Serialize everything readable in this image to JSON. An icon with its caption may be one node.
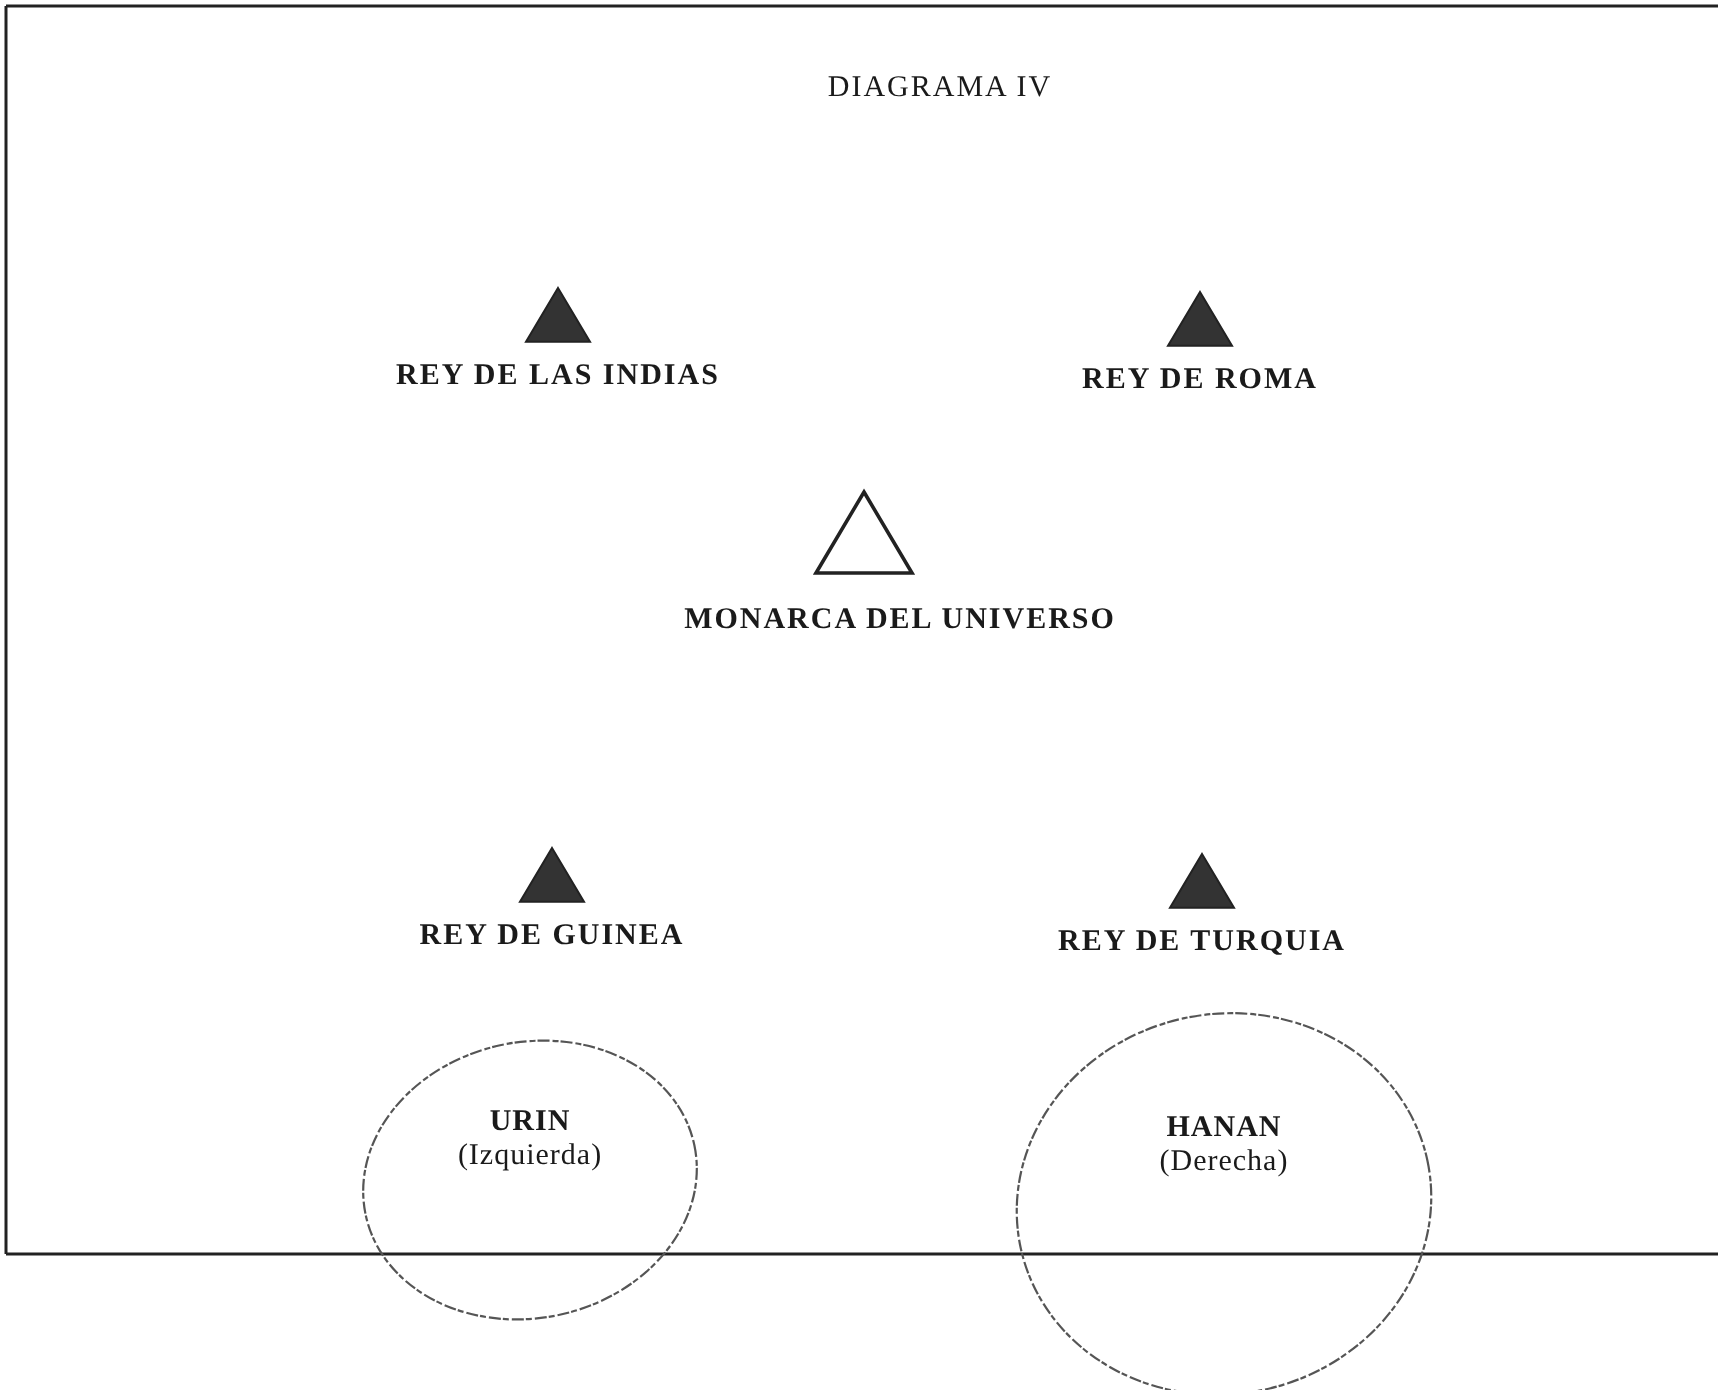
{
  "diagram": {
    "title": "DIAGRAMA IV",
    "nodes": [
      {
        "text": [
          "REY DE LAS INDIAS"
        ]
      },
      {
        "text": [
          "REY DE ROMA"
        ]
      },
      {
        "text": [
          "MONARCA DEL UNIVERSO"
        ]
      },
      {
        "text": [
          "REY DE GUINEA"
        ]
      },
      {
        "text": [
          "REY DE TURQUIA"
        ]
      },
      {
        "text": [
          "URIN",
          "(Izquierda)"
        ]
      },
      {
        "text": [
          "HANAN",
          "(Derecha)"
        ]
      }
    ]
  }
}
